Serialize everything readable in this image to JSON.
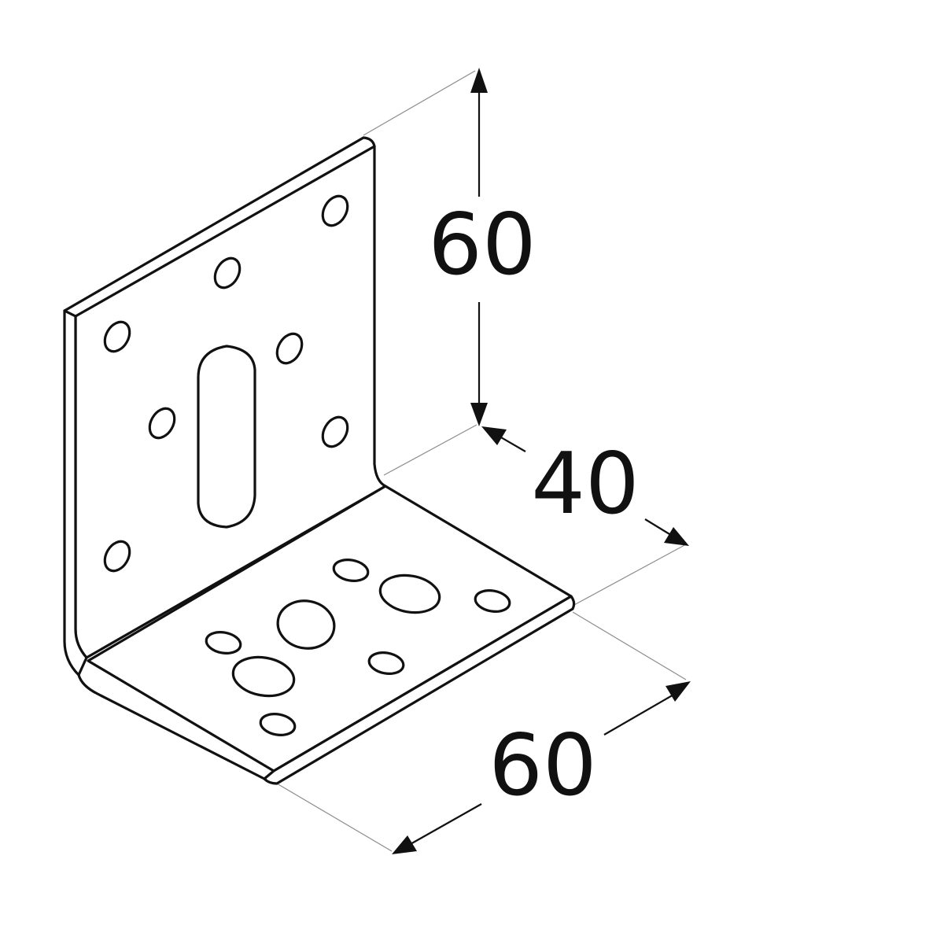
{
  "diagram": {
    "dimensions": {
      "height": "60",
      "depth": "40",
      "width": "60"
    },
    "colors": {
      "line": "#111111",
      "extension_line": "#8c8c8c",
      "background": "#ffffff"
    }
  }
}
